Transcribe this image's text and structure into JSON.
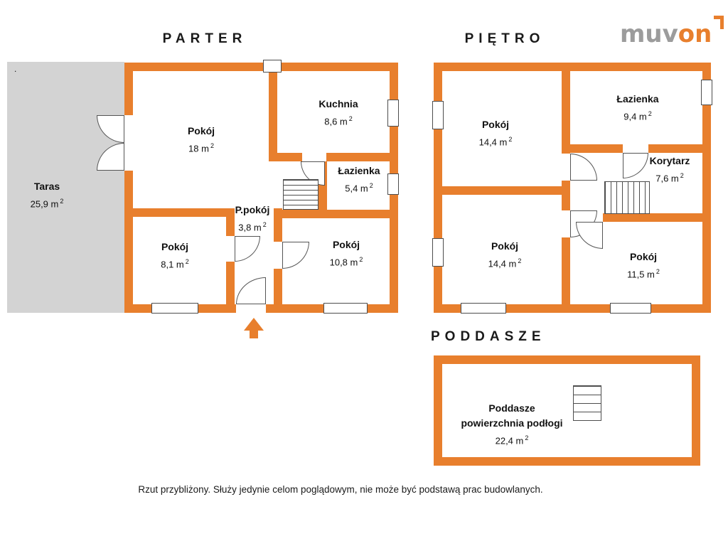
{
  "colors": {
    "wall": "#E87F2D",
    "terrace": "#D3D3D3",
    "logo_gray": "#9C9C9C"
  },
  "logo": {
    "part1": "muv",
    "part2": "on"
  },
  "sup": "2",
  "titles": {
    "parter": "PARTER",
    "pietro": "PIĘTRO",
    "poddasze": "PODDASZE"
  },
  "parter": {
    "taras": {
      "name": "Taras",
      "area": "25,9 m",
      "dot": "."
    },
    "rooms": {
      "pokoj18": {
        "name": "Pokój",
        "area": "18 m"
      },
      "kuchnia": {
        "name": "Kuchnia",
        "area": "8,6 m"
      },
      "lazienka": {
        "name": "Łazienka",
        "area": "5,4 m"
      },
      "ppokoj": {
        "name": "P.pokój",
        "area": "3,8 m"
      },
      "pokoj81": {
        "name": "Pokój",
        "area": "8,1 m"
      },
      "pokoj108": {
        "name": "Pokój",
        "area": "10,8 m"
      }
    }
  },
  "pietro": {
    "rooms": {
      "pokojTop": {
        "name": "Pokój",
        "area": "14,4 m"
      },
      "lazienka": {
        "name": "Łazienka",
        "area": "9,4 m"
      },
      "korytarz": {
        "name": "Korytarz",
        "area": "7,6 m"
      },
      "pokojBottom": {
        "name": "Pokój",
        "area": "14,4 m"
      },
      "pokojRight": {
        "name": "Pokój",
        "area": "11,5 m"
      }
    }
  },
  "poddasze": {
    "line1": "Poddasze",
    "line2": "powierzchnia podłogi",
    "area": "22,4 m"
  },
  "footer": "Rzut przybliżony. Służy jedynie celom poglądowym, nie może być podstawą prac budowlanych."
}
